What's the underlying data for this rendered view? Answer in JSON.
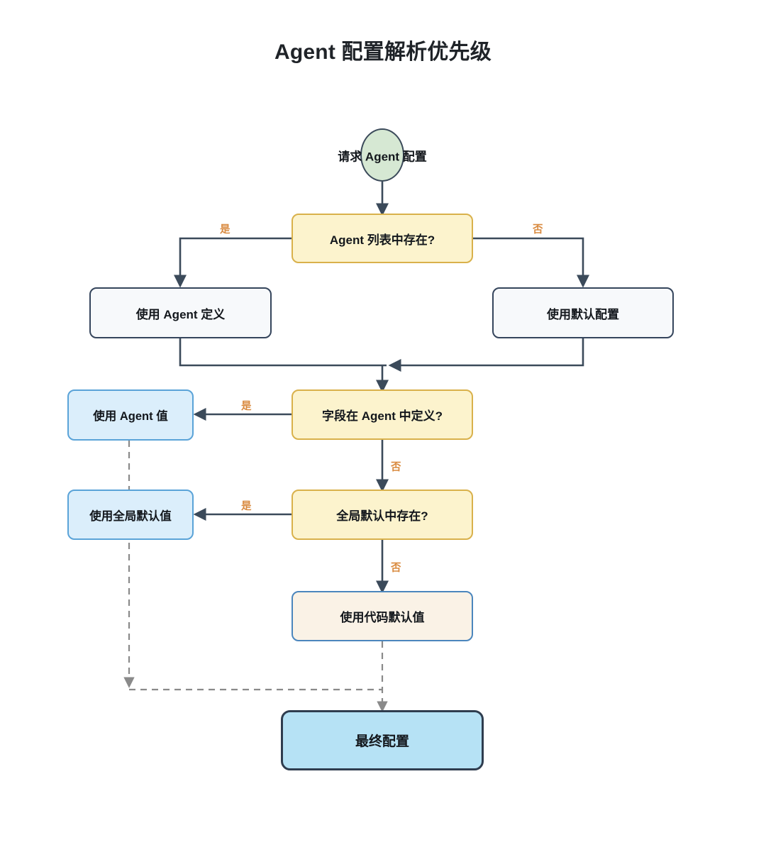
{
  "title": "Agent 配置解析优先级",
  "colors": {
    "edge_solid": "#3b4a5a",
    "edge_dashed": "#8a8a8a",
    "label_orange": "#d98a3f",
    "start_fill": "#d6e8d3",
    "decision_fill": "#fcf3cd",
    "decision_stroke": "#d9b14b",
    "plain_fill": "#f7f9fb",
    "plain_stroke": "#35455c",
    "blue_fill": "#dbeefb",
    "blue_stroke": "#5aa3d8",
    "cream_fill": "#faf2e6",
    "final_fill": "#b6e2f5",
    "final_stroke": "#2f3d4f",
    "text": "#13171c"
  },
  "nodes": {
    "start": {
      "label": "请求 Agent 配置",
      "shape": "ellipse"
    },
    "decision_agent_list": {
      "label": "Agent 列表中存在?",
      "shape": "decision"
    },
    "use_agent_def": {
      "label": "使用 Agent 定义",
      "shape": "process"
    },
    "use_default_cfg": {
      "label": "使用默认配置",
      "shape": "process"
    },
    "decision_field_in_agent": {
      "label": "字段在 Agent 中定义?",
      "shape": "decision"
    },
    "use_agent_value": {
      "label": "使用 Agent 值",
      "shape": "process"
    },
    "decision_global_default": {
      "label": "全局默认中存在?",
      "shape": "decision"
    },
    "use_global_default": {
      "label": "使用全局默认值",
      "shape": "process"
    },
    "use_code_default": {
      "label": "使用代码默认值",
      "shape": "process"
    },
    "final_config": {
      "label": "最终配置",
      "shape": "terminal"
    }
  },
  "edge_labels": {
    "agent_list_yes": "是",
    "agent_list_no": "否",
    "field_in_agent_yes": "是",
    "field_in_agent_no": "否",
    "global_default_yes": "是",
    "global_default_no": "否"
  }
}
